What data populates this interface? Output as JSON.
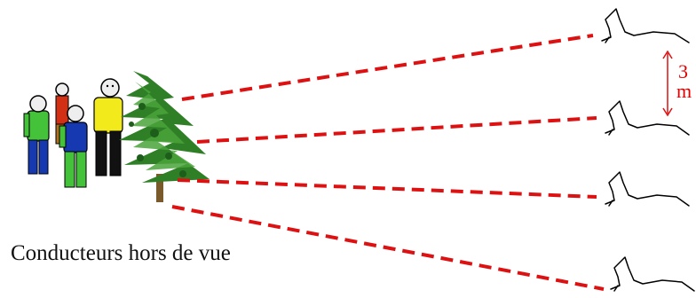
{
  "caption": "Conducteurs hors de vue",
  "spacing": {
    "value": "3",
    "unit": "m"
  },
  "colors": {
    "line": "#dd1111",
    "tree_dark": "#1f6b1f",
    "tree_light": "#3e9a2e",
    "trunk": "#7a5a2a",
    "person_yellow": "#f2ea1a",
    "person_green": "#44c23a",
    "person_blue": "#1638b0",
    "person_red": "#d23015",
    "person_black": "#111111"
  },
  "icons": [
    "person-icon",
    "tree-icon",
    "dog-icon"
  ]
}
